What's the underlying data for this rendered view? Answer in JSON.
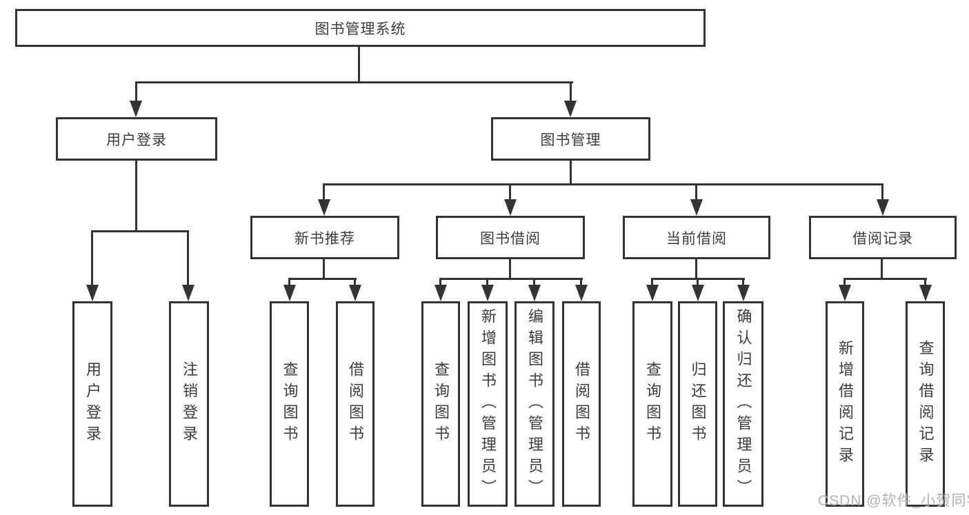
{
  "diagram": {
    "root": {
      "label": "图书管理系统"
    },
    "level2": [
      {
        "label": "用户登录"
      },
      {
        "label": "图书管理"
      }
    ],
    "level3": [
      {
        "label": "新书推荐"
      },
      {
        "label": "图书借阅"
      },
      {
        "label": "当前借阅"
      },
      {
        "label": "借阅记录"
      }
    ],
    "leaves": [
      {
        "label": "用户登录"
      },
      {
        "label": "注销登录"
      },
      {
        "label": "查询图书"
      },
      {
        "label": "借阅图书"
      },
      {
        "label": "查询图书"
      },
      {
        "label": "新增图书（管理员）"
      },
      {
        "label": "编辑图书（管理员）"
      },
      {
        "label": "借阅图书"
      },
      {
        "label": "查询图书"
      },
      {
        "label": "归还图书"
      },
      {
        "label": "确认归还（管理员）"
      },
      {
        "label": "新增借阅记录"
      },
      {
        "label": "查询借阅记录"
      }
    ],
    "structure": {
      "图书管理系统": {
        "用户登录": [
          "用户登录",
          "注销登录"
        ],
        "图书管理": {
          "新书推荐": [
            "查询图书",
            "借阅图书"
          ],
          "图书借阅": [
            "查询图书",
            "新增图书（管理员）",
            "编辑图书（管理员）",
            "借阅图书"
          ],
          "当前借阅": [
            "查询图书",
            "归还图书",
            "确认归还（管理员）"
          ],
          "借阅记录": [
            "新增借阅记录",
            "查询借阅记录"
          ]
        }
      }
    }
  },
  "watermark": {
    "text": "CSDN @软件_小贺同学"
  },
  "colors": {
    "line": "#343434",
    "text": "#3c3c3c",
    "watermark": "#b3b3b3",
    "background": "#ffffff"
  }
}
